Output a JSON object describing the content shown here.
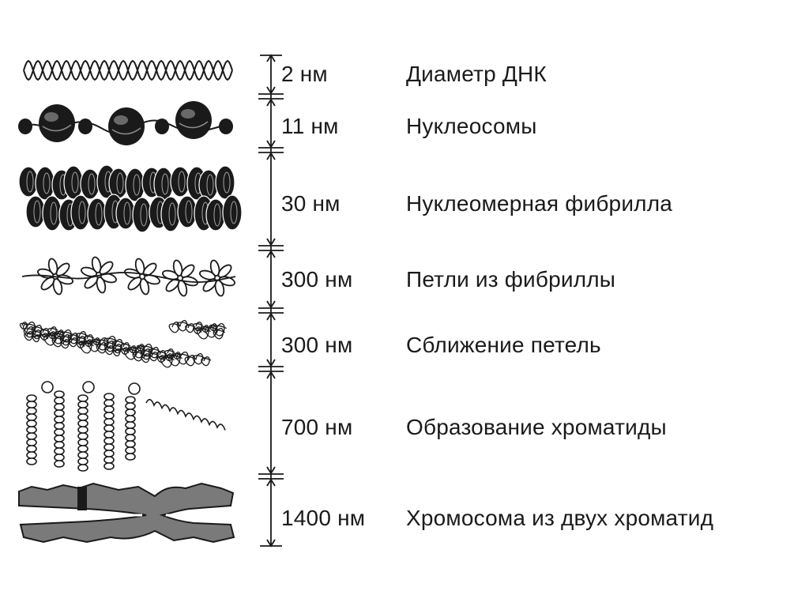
{
  "levels": [
    {
      "size": "2 нм",
      "name": "Диаметр ДНК",
      "icon": "dna-double-helix"
    },
    {
      "size": "11 нм",
      "name": "Нуклеосомы",
      "icon": "nucleosome-beads"
    },
    {
      "size": "30 нм",
      "name": "Нуклеомерная фибрилла",
      "icon": "nucleomere-fibril"
    },
    {
      "size": "300 нм",
      "name": "Петли из фибриллы",
      "icon": "fibril-loops"
    },
    {
      "size": "300 нм",
      "name": "Сближение петель",
      "icon": "loop-condensation"
    },
    {
      "size": "700 нм",
      "name": "Образование хроматиды",
      "icon": "chromatid-coils"
    },
    {
      "size": "1400 нм",
      "name": "Хромосома из двух хроматид",
      "icon": "chromosome"
    }
  ],
  "colors": {
    "ink": "#1a1a1a",
    "chromosome": "#7a7a7a"
  }
}
